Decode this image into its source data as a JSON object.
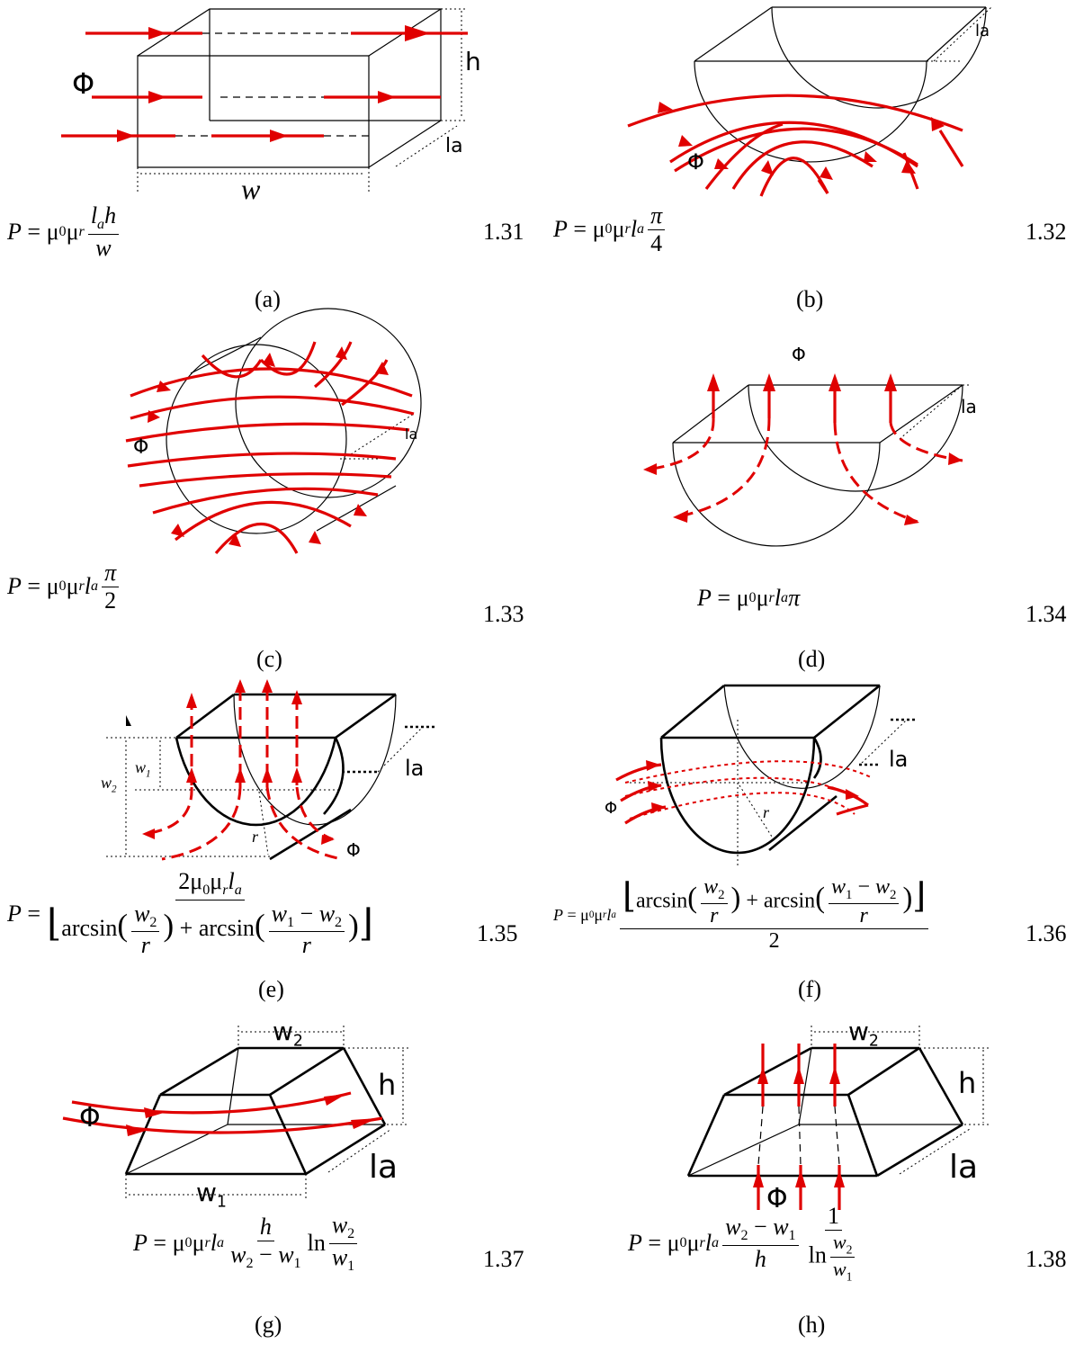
{
  "symbols": {
    "flux": "Φ",
    "length": "la",
    "height": "h",
    "width": "w",
    "radius": "r",
    "w1": "w1",
    "w2": "w2",
    "w_1_label": "w",
    "w_2_label": "w",
    "sub1": "1",
    "sub2": "2"
  },
  "panels": [
    {
      "caption": "(a)",
      "eq_number": "1.31"
    },
    {
      "caption": "(b)",
      "eq_number": "1.32"
    },
    {
      "caption": "(c)",
      "eq_number": "1.33"
    },
    {
      "caption": "(d)",
      "eq_number": "1.34"
    },
    {
      "caption": "(e)",
      "eq_number": "1.35"
    },
    {
      "caption": "(f)",
      "eq_number": "1.36"
    },
    {
      "caption": "(g)",
      "eq_number": "1.37"
    },
    {
      "caption": "(h)",
      "eq_number": "1.38"
    }
  ],
  "eq": {
    "P": "P",
    "eq_sign": "=",
    "mu_prefix": "μ",
    "sub0": "0",
    "sub_r": "r",
    "sub_a": "a",
    "l": "l",
    "h": "h",
    "w": "w",
    "pi": "π",
    "four": "4",
    "two": "2",
    "one": "1",
    "num_e": "2μ",
    "arcsin": "arcsin",
    "plus": "+",
    "minus": "−",
    "ln": "ln",
    "lb": "⌊",
    "rb": "⌋",
    "lp": "(",
    "rp": ")"
  },
  "colors": {
    "flux": "#e00000",
    "edge": "#000000"
  }
}
